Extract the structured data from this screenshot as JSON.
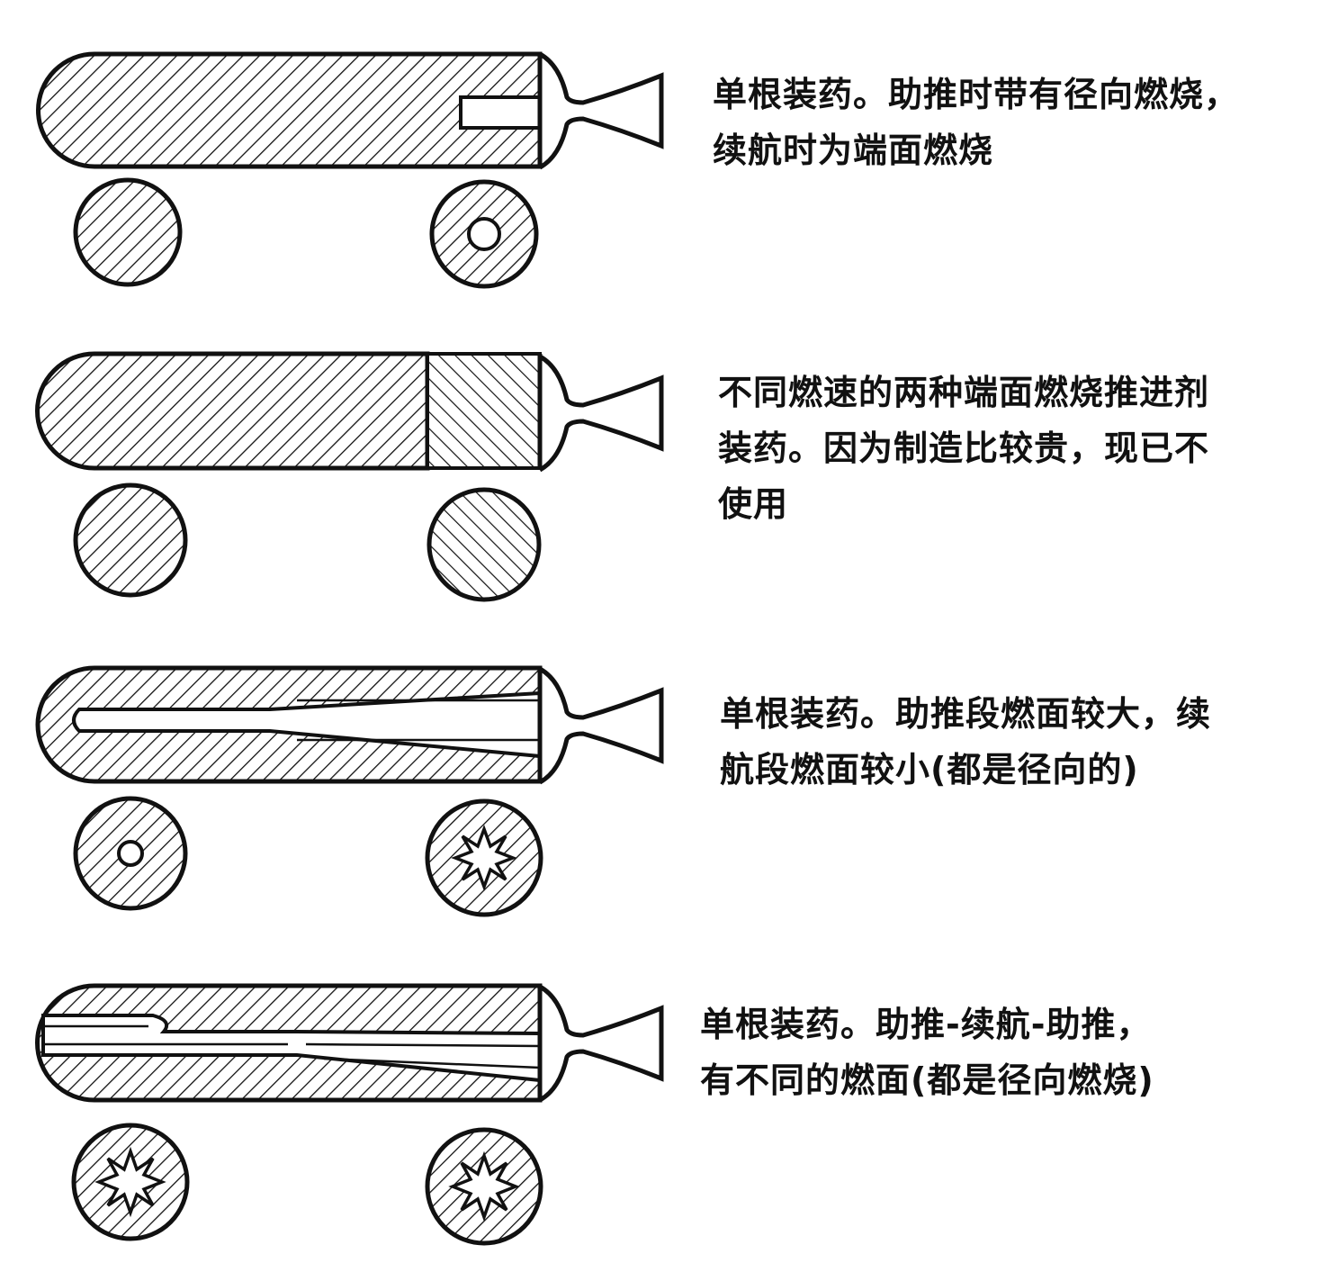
{
  "colors": {
    "ink": "#111111",
    "paper": "#ffffff"
  },
  "rows": [
    {
      "id": "row-1",
      "grain": "end-burning-with-radial-boost-slot",
      "caption_lines": [
        "单根装药。助推时带有径向燃烧，",
        "续航时为端面燃烧"
      ]
    },
    {
      "id": "row-2",
      "grain": "dual-propellant-end-burning",
      "caption_lines": [
        "不同燃速的两种端面燃烧推进剂",
        "装药。因为制造比较贵，现已不",
        "使用"
      ]
    },
    {
      "id": "row-3",
      "grain": "tapered-bore-radial",
      "caption_lines": [
        "单根装药。助推段燃面较大，续",
        "航段燃面较小(都是径向的)"
      ]
    },
    {
      "id": "row-4",
      "grain": "boost-sustain-boost-radial",
      "caption_lines": [
        "单根装药。助推-续航-助推，",
        "有不同的燃面(都是径向燃烧)"
      ]
    }
  ]
}
